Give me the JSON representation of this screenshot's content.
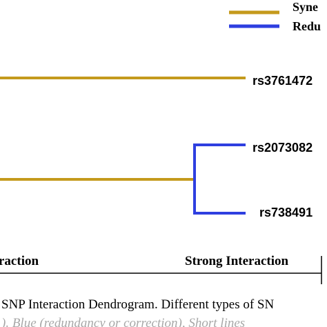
{
  "colors": {
    "synergy": "#C49A1C",
    "redundancy": "#2E3FE0",
    "axis": "#000000",
    "text": "#000000"
  },
  "legend": {
    "items": [
      {
        "label": "Syne",
        "color_key": "synergy"
      },
      {
        "label": "Redu",
        "color_key": "redundancy"
      }
    ]
  },
  "leaves": [
    {
      "label": "rs3761472"
    },
    {
      "label": "rs2073082"
    },
    {
      "label": "rs738491"
    }
  ],
  "axis": {
    "left_label": "raction",
    "right_label": "Strong Interaction"
  },
  "caption": {
    "line1": "SNP Interaction Dendrogram. Different types of SN",
    "line2": "). Blue (redundancy or correction), Short lines"
  }
}
